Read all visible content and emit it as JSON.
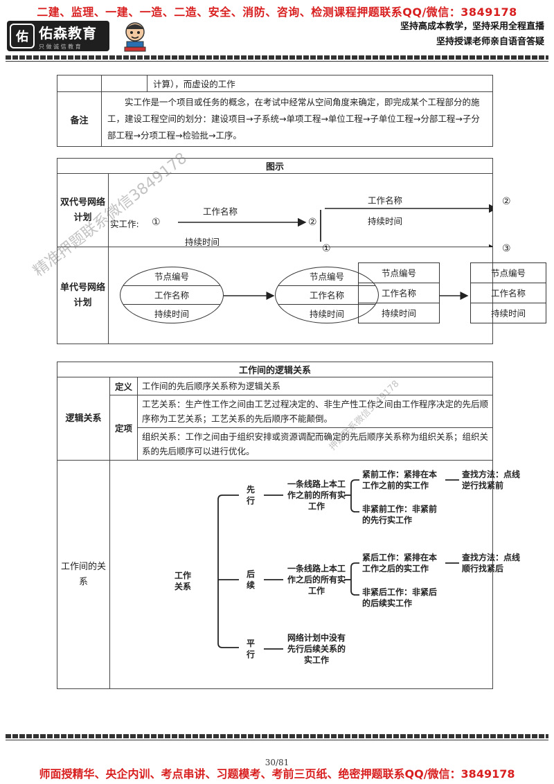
{
  "header": {
    "top_banner": "二建、监理、一建、一造、二造、安全、消防、咨询、检测课程押题联系QQ/微信：3849178",
    "logo_mark": "佑",
    "logo_name": "佑森教育",
    "logo_sub": "只 做 诚 信 教 育",
    "slogan_1": "坚持高成本教学，坚持采用全程直播",
    "slogan_2": "坚持授课老师亲自语音答疑"
  },
  "table1": {
    "row1_text": "计算），而虚设的工作",
    "label": "备注",
    "text": "实工作是一个项目或任务的概念，在考试中经常从空间角度来确定，即完成某个工程部分的施工，建设工程空间的划分：建设项目→子系统→单项工程→单位工程→子单位工程→分部工程→子分部工程→分项工程→检验批→工序。"
  },
  "table2": {
    "head": "图示",
    "double_label": "双代号网络计划",
    "single_label": "单代号网络计划",
    "double": {
      "real_work_label": "实工作:",
      "node1": "①",
      "node2": "②",
      "node3": "③",
      "work_name": "工作名称",
      "duration": "持续时间"
    },
    "single": {
      "node_number": "节点编号",
      "work_name": "工作名称",
      "duration": "持续时间"
    }
  },
  "table3": {
    "head": "工作间的逻辑关系",
    "logic_label": "逻辑关系",
    "def_label": "定义",
    "def_text": "工作间的先后顺序关系称为逻辑关系",
    "item_label": "定项",
    "tech_text": "工艺关系：生产性工作之间由工艺过程决定的、非生产性工作之间由工作程序决定的先后顺序称为工艺关系；工艺关系的先后顺序不能颠倒。",
    "org_text": "组织关系：工作之间由于组织安排或资源调配而确定的先后顺序关系称为组织关系；组织关系的先后顺序可以进行优化。",
    "relation_label": "工作间的关系",
    "tree": {
      "root": "工作关系",
      "pre": "先行",
      "pre_desc": "一条线路上本工作之前的所有实工作",
      "pre_imm": "紧前工作：紧排在本工作之前的实工作",
      "pre_non": "非紧前工作：非紧前的先行实工作",
      "pre_find": "查找方法：点线逆行找紧前",
      "post": "后续",
      "post_desc": "一条线路上本工作之后的所有实工作",
      "post_imm": "紧后工作：紧排在本工作之后的实工作",
      "post_non": "非紧后工作：非紧后的后续实工作",
      "post_find": "查找方法：点线顺行找紧后",
      "parallel": "平行",
      "parallel_desc": "网络计划中没有先行后续关系的实工作"
    }
  },
  "watermarks": {
    "wm1": "精准押题联系微信3849178",
    "wm2": "押题联系微信3849178"
  },
  "footer": {
    "page": "30/81",
    "bottom_banner": "师面授精华、央企内训、考点串讲、习题模考、考前三页纸、绝密押题联系QQ/微信：3849178"
  }
}
